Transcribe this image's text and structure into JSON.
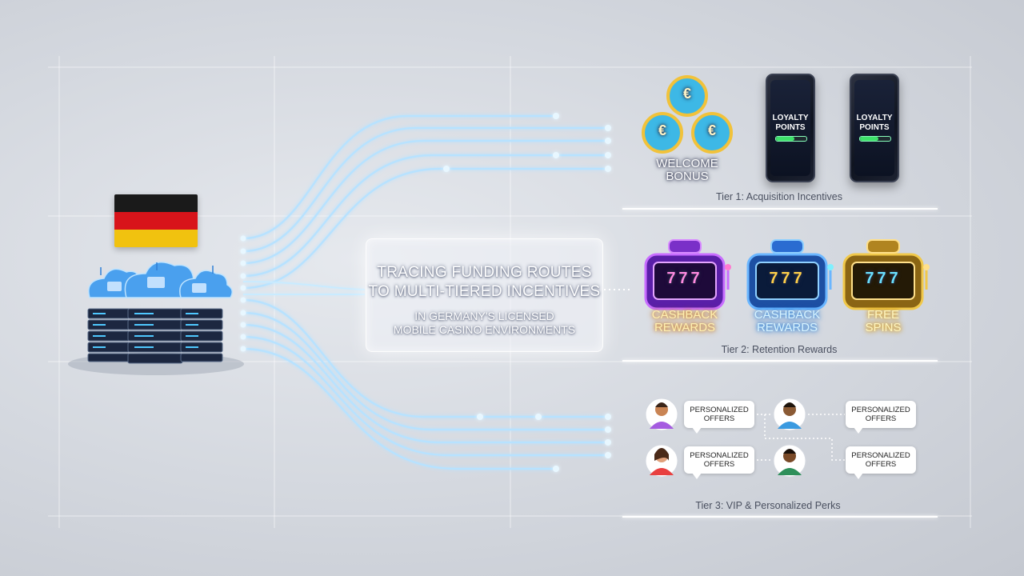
{
  "center_card": {
    "title_line1": "TRACING FUNDING ROUTES",
    "title_line2": "TO MULTI-TIERED INCENTIVES",
    "sub_line1": "IN GERMANY'S LICENSED",
    "sub_line2": "MOBILE CASINO ENVIRONMENTS"
  },
  "flag": {
    "name": "germany-flag",
    "stripes": [
      "#1a1a1a",
      "#d8141a",
      "#f1c20f"
    ]
  },
  "tier1": {
    "label": "Tier 1: Acquisition Incentives",
    "coin_symbol": "€",
    "welcome_line1": "WELCOME",
    "welcome_line2": "BONUS",
    "phones": [
      {
        "line1": "LOYALTY",
        "line2": "POINTS"
      },
      {
        "line1": "LOYALTY",
        "line2": "POINTS"
      }
    ]
  },
  "tier2": {
    "label": "Tier 2: Retention Rewards",
    "slots": [
      {
        "line1": "CASHBACK",
        "line2": "REWARDS",
        "reels": "777",
        "color": "#a24df0"
      },
      {
        "line1": "CASHBACK",
        "line2": "REWARDS",
        "reels": "777",
        "color": "#2f8cf0"
      },
      {
        "line1": "FREE",
        "line2": "SPINS",
        "reels": "777",
        "color": "#e0b020"
      }
    ]
  },
  "tier3": {
    "label": "Tier 3: VIP & Personalized Perks",
    "offers": [
      {
        "line1": "PERSONALIZED",
        "line2": "OFFERS"
      },
      {
        "line1": "PERSONALIZED",
        "line2": "OFFERS"
      },
      {
        "line1": "PERSONALIZED",
        "line2": "OFFERS"
      },
      {
        "line1": "PERSONALIZED",
        "line2": "OFFERS"
      }
    ]
  },
  "colors": {
    "route": "#9fd6ff",
    "route_glow": "#c9ebff",
    "accent": "#4fb3ff"
  }
}
